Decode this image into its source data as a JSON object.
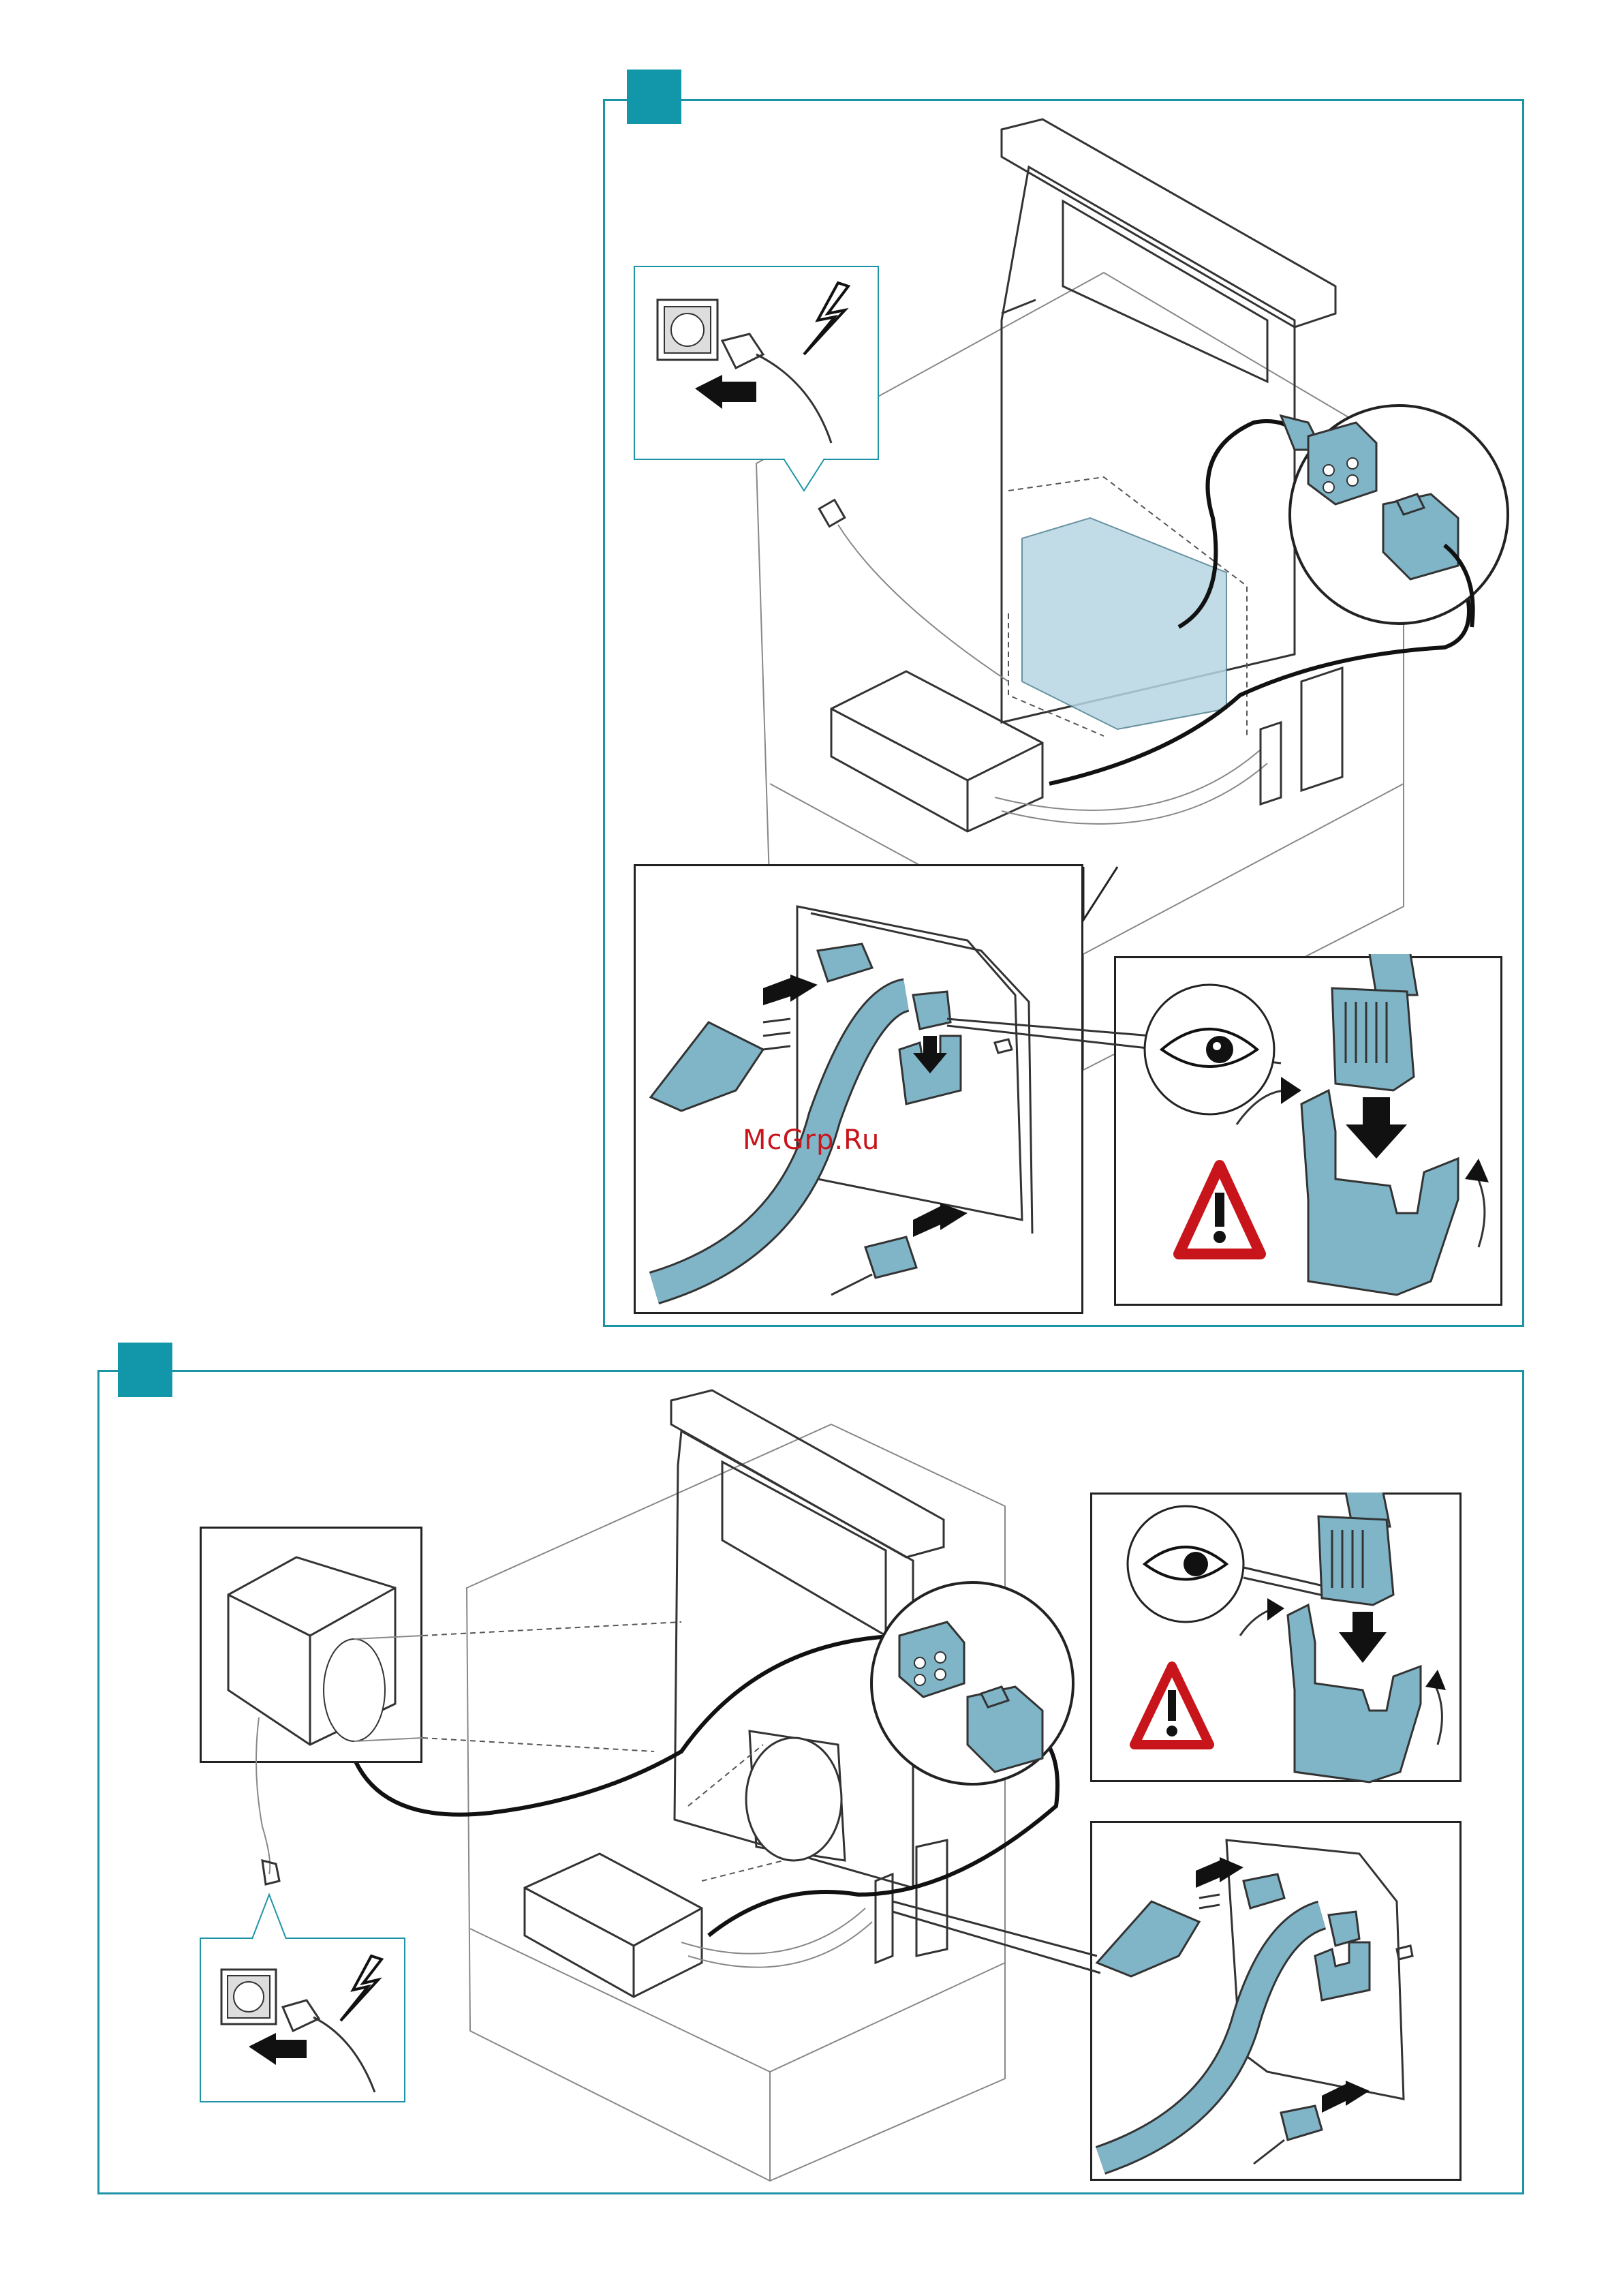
{
  "watermark": "McGrp.Ru",
  "colors": {
    "accent": "#1297aa",
    "part_blue": "#7fb5c7",
    "warning_red": "#c8151b"
  },
  "panels": [
    {
      "id": "top",
      "badge_icon": "step-square"
    },
    {
      "id": "bottom",
      "badge_icon": "step-square"
    }
  ],
  "icons": [
    "wall-socket-icon",
    "plug-icon",
    "lightning-icon",
    "eye-icon",
    "warning-triangle-icon",
    "push-arrow-icon"
  ]
}
